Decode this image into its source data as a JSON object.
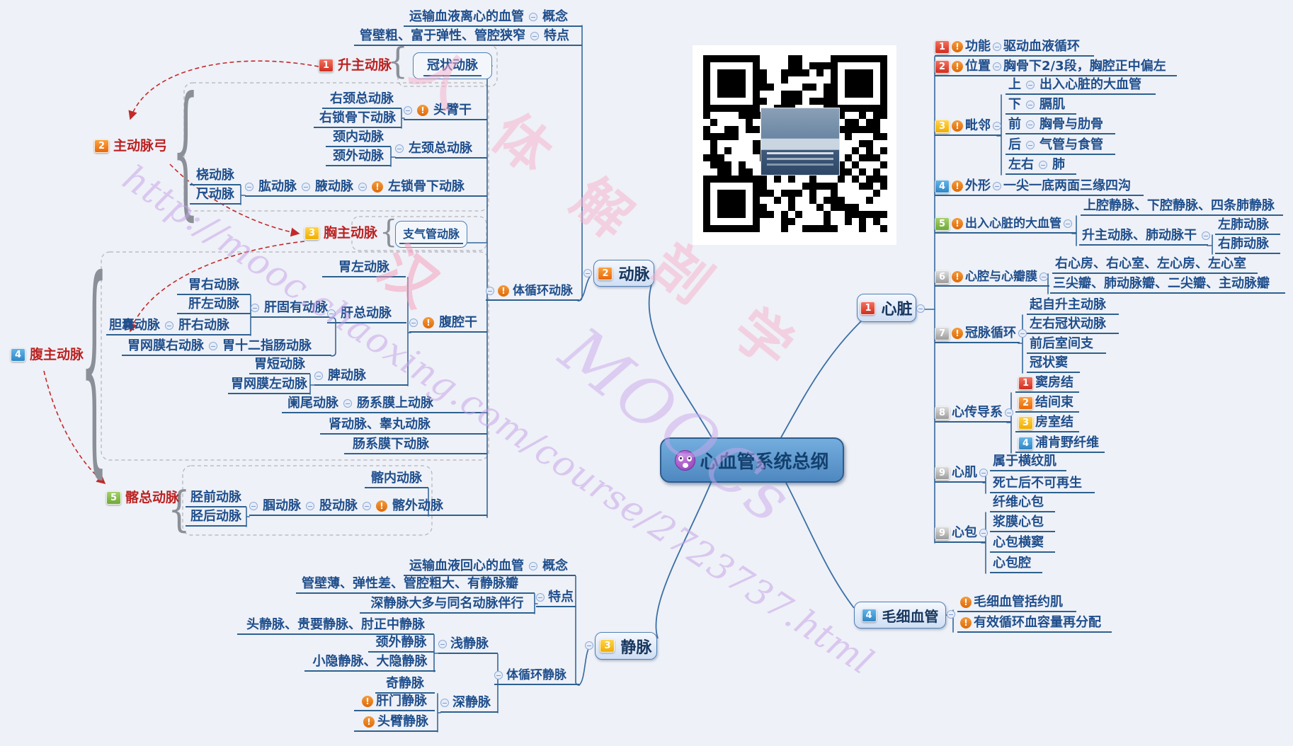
{
  "main_topic": {
    "label": "心血管系统总纲"
  },
  "watermark": {
    "url": "http://mooc.chaoxing.com/course/2723737.html",
    "title_cn": "人体解剖学",
    "extra_cn": "汉",
    "moocs": "MOOCs"
  },
  "colors": {
    "background": "#eef1f7",
    "node_text": "#1f4e8c",
    "summary_text": "#bb2222",
    "line_blue": "#35689c",
    "relationship_red": "#c22a2a"
  },
  "artery": {
    "node": {
      "badge": "2",
      "label": "动脉"
    },
    "hub": "体循环动脉",
    "concept": {
      "text": "运输血液离心的血管",
      "label": "概念"
    },
    "feature": {
      "text": "管壁粗、富于弹性、管腔狭窄",
      "label": "特点"
    },
    "asc": {
      "badge": "1",
      "label": "升主动脉"
    },
    "coronary": "冠状动脉",
    "arch": {
      "badge": "2",
      "label": "主动脉弓"
    },
    "arch_items": {
      "r_carotid": "右颈总动脉",
      "r_subclavian": "右锁骨下动脉",
      "brachiocephalic": "头臂干",
      "int_carotid": "颈内动脉",
      "ext_carotid": "颈外动脉",
      "l_carotid": "左颈总动脉",
      "radial": "桡动脉",
      "ulnar": "尺动脉",
      "brachial": "肱动脉",
      "axillary": "腋动脉",
      "l_subclavian": "左锁骨下动脉"
    },
    "thoracic": {
      "badge": "3",
      "label": "胸主动脉"
    },
    "bronchial": "支气管动脉",
    "abdominal": {
      "badge": "4",
      "label": "腹主动脉"
    },
    "abd_items": {
      "gastric_l": "胃左动脉",
      "gastric_r": "胃右动脉",
      "hepatic_l": "肝左动脉",
      "hepatic_proper": "肝固有动脉",
      "cystic": "胆囊动脉",
      "hepatic_r": "肝右动脉",
      "gastroepiploic_r": "胃网膜右动脉",
      "gastroduodenal": "胃十二指肠动脉",
      "hepatic_common": "肝总动脉",
      "celiac": "腹腔干",
      "gastric_short": "胃短动脉",
      "gastroepiploic_l": "胃网膜左动脉",
      "splenic": "脾动脉",
      "appendicular": "阑尾动脉",
      "sup_mesenteric": "肠系膜上动脉",
      "renal": "肾动脉、睾丸动脉",
      "inf_mesenteric": "肠系膜下动脉"
    },
    "iliac": {
      "badge": "5",
      "label": "髂总动脉"
    },
    "iliac_items": {
      "internal": "髂内动脉",
      "tibial_a": "胫前动脉",
      "tibial_p": "胫后动脉",
      "popliteal": "腘动脉",
      "femoral": "股动脉",
      "external": "髂外动脉"
    }
  },
  "vein": {
    "node": {
      "badge": "3",
      "label": "静脉"
    },
    "hub": "体循环静脉",
    "concept": {
      "text": "运输血液回心的血管",
      "label": "概念"
    },
    "feature": {
      "label": "特点",
      "item1": "管壁薄、弹性差、管腔粗大、有静脉瓣",
      "item2": "深静脉大多与同名动脉伴行"
    },
    "superficial": {
      "label": "浅静脉",
      "item1": "头静脉、贵要静脉、肘正中静脉",
      "item2": "颈外静脉",
      "item3": "小隐静脉、大隐静脉"
    },
    "deep": {
      "label": "深静脉",
      "item1": "奇静脉",
      "item2": "肝门静脉",
      "item3": "头臂静脉"
    }
  },
  "heart": {
    "node": {
      "badge": "1",
      "label": "心脏"
    },
    "function": {
      "badge": "1",
      "label": "功能",
      "value": "驱动血液循环"
    },
    "position": {
      "badge": "2",
      "label": "位置",
      "value": "胸骨下2/3段，胸腔正中偏左"
    },
    "adjacency": {
      "badge": "3",
      "label": "毗邻",
      "items": [
        {
          "k": "上",
          "v": "出入心脏的大血管"
        },
        {
          "k": "下",
          "v": "膈肌"
        },
        {
          "k": "前",
          "v": "胸骨与肋骨"
        },
        {
          "k": "后",
          "v": "气管与食管"
        },
        {
          "k": "左右",
          "v": "肺"
        }
      ]
    },
    "shape": {
      "badge": "4",
      "label": "外形",
      "value": "一尖一底两面三缘四沟"
    },
    "vessels": {
      "badge": "5",
      "label": "出入心脏的大血管",
      "item1": "上腔静脉、下腔静脉、四条肺静脉",
      "item2": "升主动脉、肺动脉干",
      "left_pa": "左肺动脉",
      "right_pa": "右肺动脉"
    },
    "chambers": {
      "badge": "6",
      "label": "心腔与心瓣膜",
      "item1": "右心房、右心室、左心房、左心室",
      "item2": "三尖瓣、肺动脉瓣、二尖瓣、主动脉瓣"
    },
    "coronary": {
      "badge": "7",
      "label": "冠脉循环",
      "items": [
        "起自升主动脉",
        "左右冠状动脉",
        "前后室间支",
        "冠状窦"
      ]
    },
    "conduction": {
      "badge": "8",
      "label": "心传导系",
      "items": [
        {
          "badge": "1",
          "label": "窦房结"
        },
        {
          "badge": "2",
          "label": "结间束"
        },
        {
          "badge": "3",
          "label": "房室结"
        },
        {
          "badge": "4",
          "label": "浦肯野纤维"
        }
      ]
    },
    "myocardium": {
      "badge": "9",
      "label": "心肌",
      "items": [
        "属于横纹肌",
        "死亡后不可再生"
      ]
    },
    "pericardium": {
      "badge": "9",
      "label": "心包",
      "items": [
        "纤维心包",
        "浆膜心包",
        "心包横窦",
        "心包腔"
      ]
    }
  },
  "capillary": {
    "node": {
      "badge": "4",
      "label": "毛细血管"
    },
    "item1": "毛细血管括约肌",
    "item2": "有效循环血容量再分配"
  }
}
